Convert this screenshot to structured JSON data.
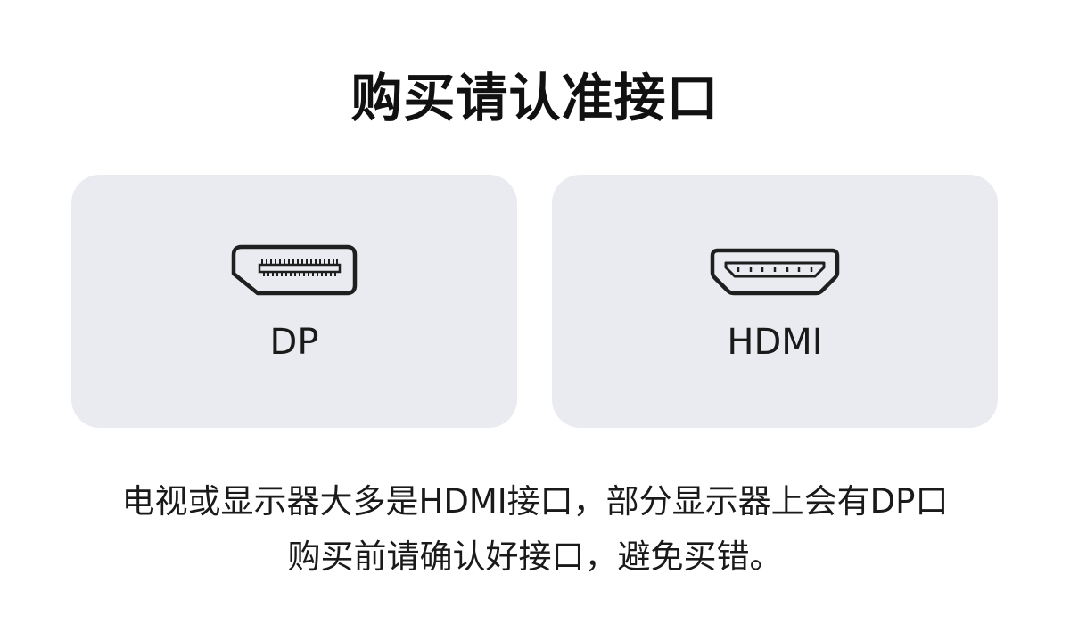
{
  "title": "购买请认准接口",
  "ports": [
    {
      "label": "DP",
      "icon": "displayport-connector-icon"
    },
    {
      "label": "HDMI",
      "icon": "hdmi-connector-icon"
    }
  ],
  "description": {
    "line1": "电视或显示器大多是HDMI接口，部分显示器上会有DP口",
    "line2": "购买前请确认好接口，避免买错。"
  },
  "colors": {
    "card_background": "#e9ebf0",
    "text": "#1a1a1a",
    "background": "#ffffff"
  }
}
